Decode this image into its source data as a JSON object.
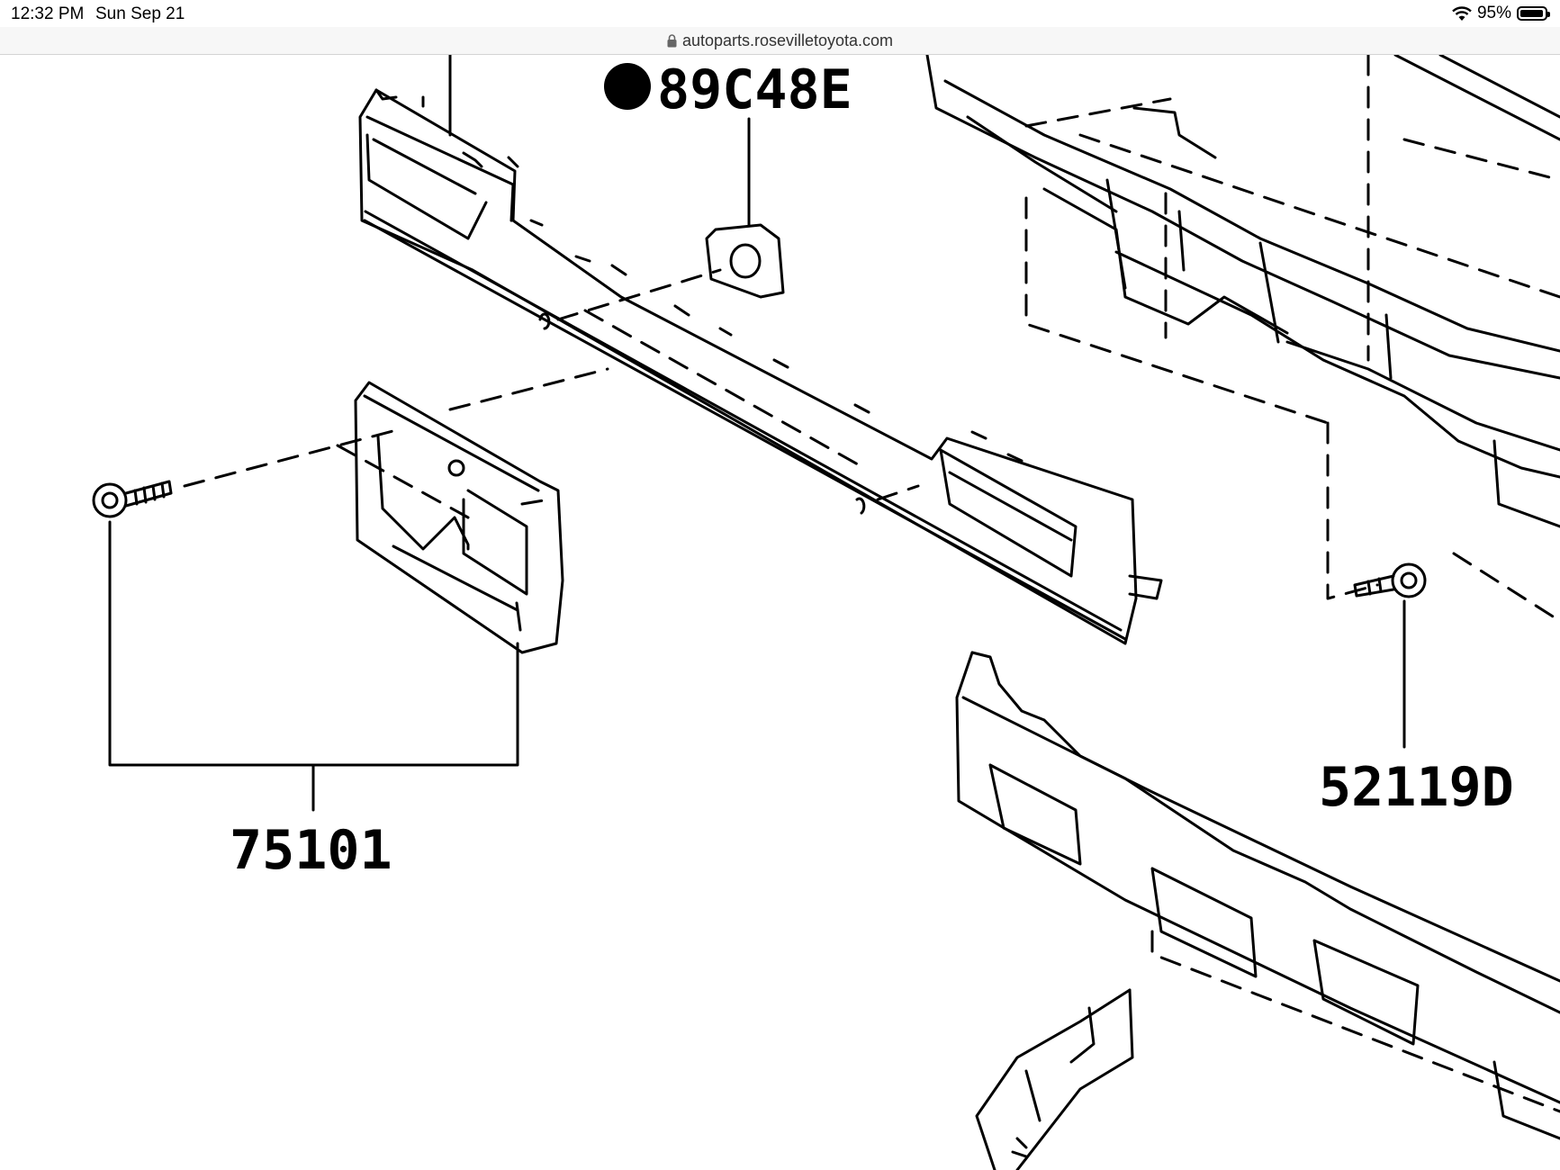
{
  "status": {
    "time": "12:32 PM",
    "date": "Sun Sep 21",
    "battery": "95%",
    "battery_level": 0.95
  },
  "browser": {
    "url": "autoparts.rosevilletoyota.com",
    "lock_icon": "lock-icon"
  },
  "diagram": {
    "callouts": {
      "part_89c48e": "89C48E",
      "part_75101": "75101",
      "part_52119d": "52119D"
    }
  },
  "colors": {
    "line": "#000000",
    "background": "#ffffff",
    "url_bar": "#f7f7f7"
  }
}
